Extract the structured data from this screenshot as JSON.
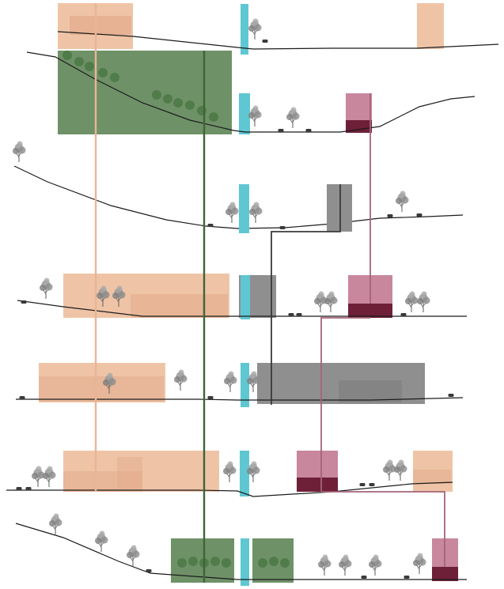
{
  "diagram": {
    "type": "stacked terrain sections with land-use blocks",
    "section_count": 7,
    "colors": {
      "ground_line": "#1c1c1c",
      "river_marker": "#5fc7d2",
      "residential_block": "#efc4a6",
      "residential_block_shade": "#e2ab8c",
      "forest_block": "#6f9168",
      "forest_connector": "#3f6536",
      "industrial_block": "#8f8f8f",
      "industrial_connector": "#3a3a3a",
      "commercial_block": "#c8879c",
      "commercial_base": "#6e2038",
      "commercial_connector": "#a56478",
      "residential_connector": "#e8b595",
      "tree": "#8a8a8a"
    },
    "icons": [
      "tree-icon",
      "car-icon",
      "river-marker"
    ]
  }
}
